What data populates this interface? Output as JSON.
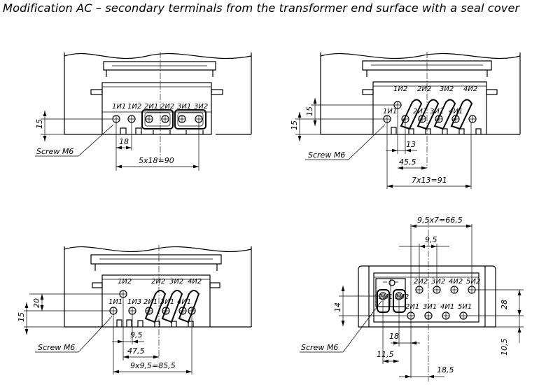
{
  "title": "Modification AC – secondary terminals from the transformer end surface with a seal cover",
  "views": {
    "tl": {
      "terminals": [
        "1И1",
        "1И2",
        "2И1",
        "2И2",
        "3И1",
        "3И2"
      ],
      "screw": "Screw M6",
      "dims": {
        "height": "15",
        "pitch": "18",
        "total": "5x18=90"
      }
    },
    "tr": {
      "terminals_top": [
        "1И2",
        "2И2",
        "3И2",
        "4И2"
      ],
      "terminals_bottom": [
        "1И1",
        "2И1",
        "3И1",
        "4И1"
      ],
      "screw": "Screw M6",
      "dims": {
        "height_outer": "15",
        "height_inner": "15",
        "pitch": "13",
        "offset": "45,5",
        "total": "7x13=91"
      }
    },
    "bl": {
      "terminals_top": [
        "1И2",
        "2И2",
        "3И2",
        "4И2"
      ],
      "terminals_bottom": [
        "1И1",
        "1И3",
        "2И1",
        "3И1",
        "4И1"
      ],
      "screw": "Screw M6",
      "dims": {
        "height_outer": "15",
        "height_inner": "20",
        "pitch": "9,5",
        "offset": "47,5",
        "total": "9x9,5=85,5"
      }
    },
    "br": {
      "terminals_top": [
        "2И2",
        "3И2",
        "4И2",
        "5И2"
      ],
      "terminals_bottom": [
        "2И1",
        "3И1",
        "4И1",
        "5И1"
      ],
      "terminals_left": [
        "1И1",
        "1И2"
      ],
      "screw": "Screw M6",
      "dims": {
        "total": "9,5x7=66,5",
        "pitch": "9,5",
        "height_left": "14",
        "height_right": "28",
        "v18": "18",
        "v11_5": "11,5",
        "v10_5": "10,5",
        "v18_5": "18,5"
      }
    }
  }
}
